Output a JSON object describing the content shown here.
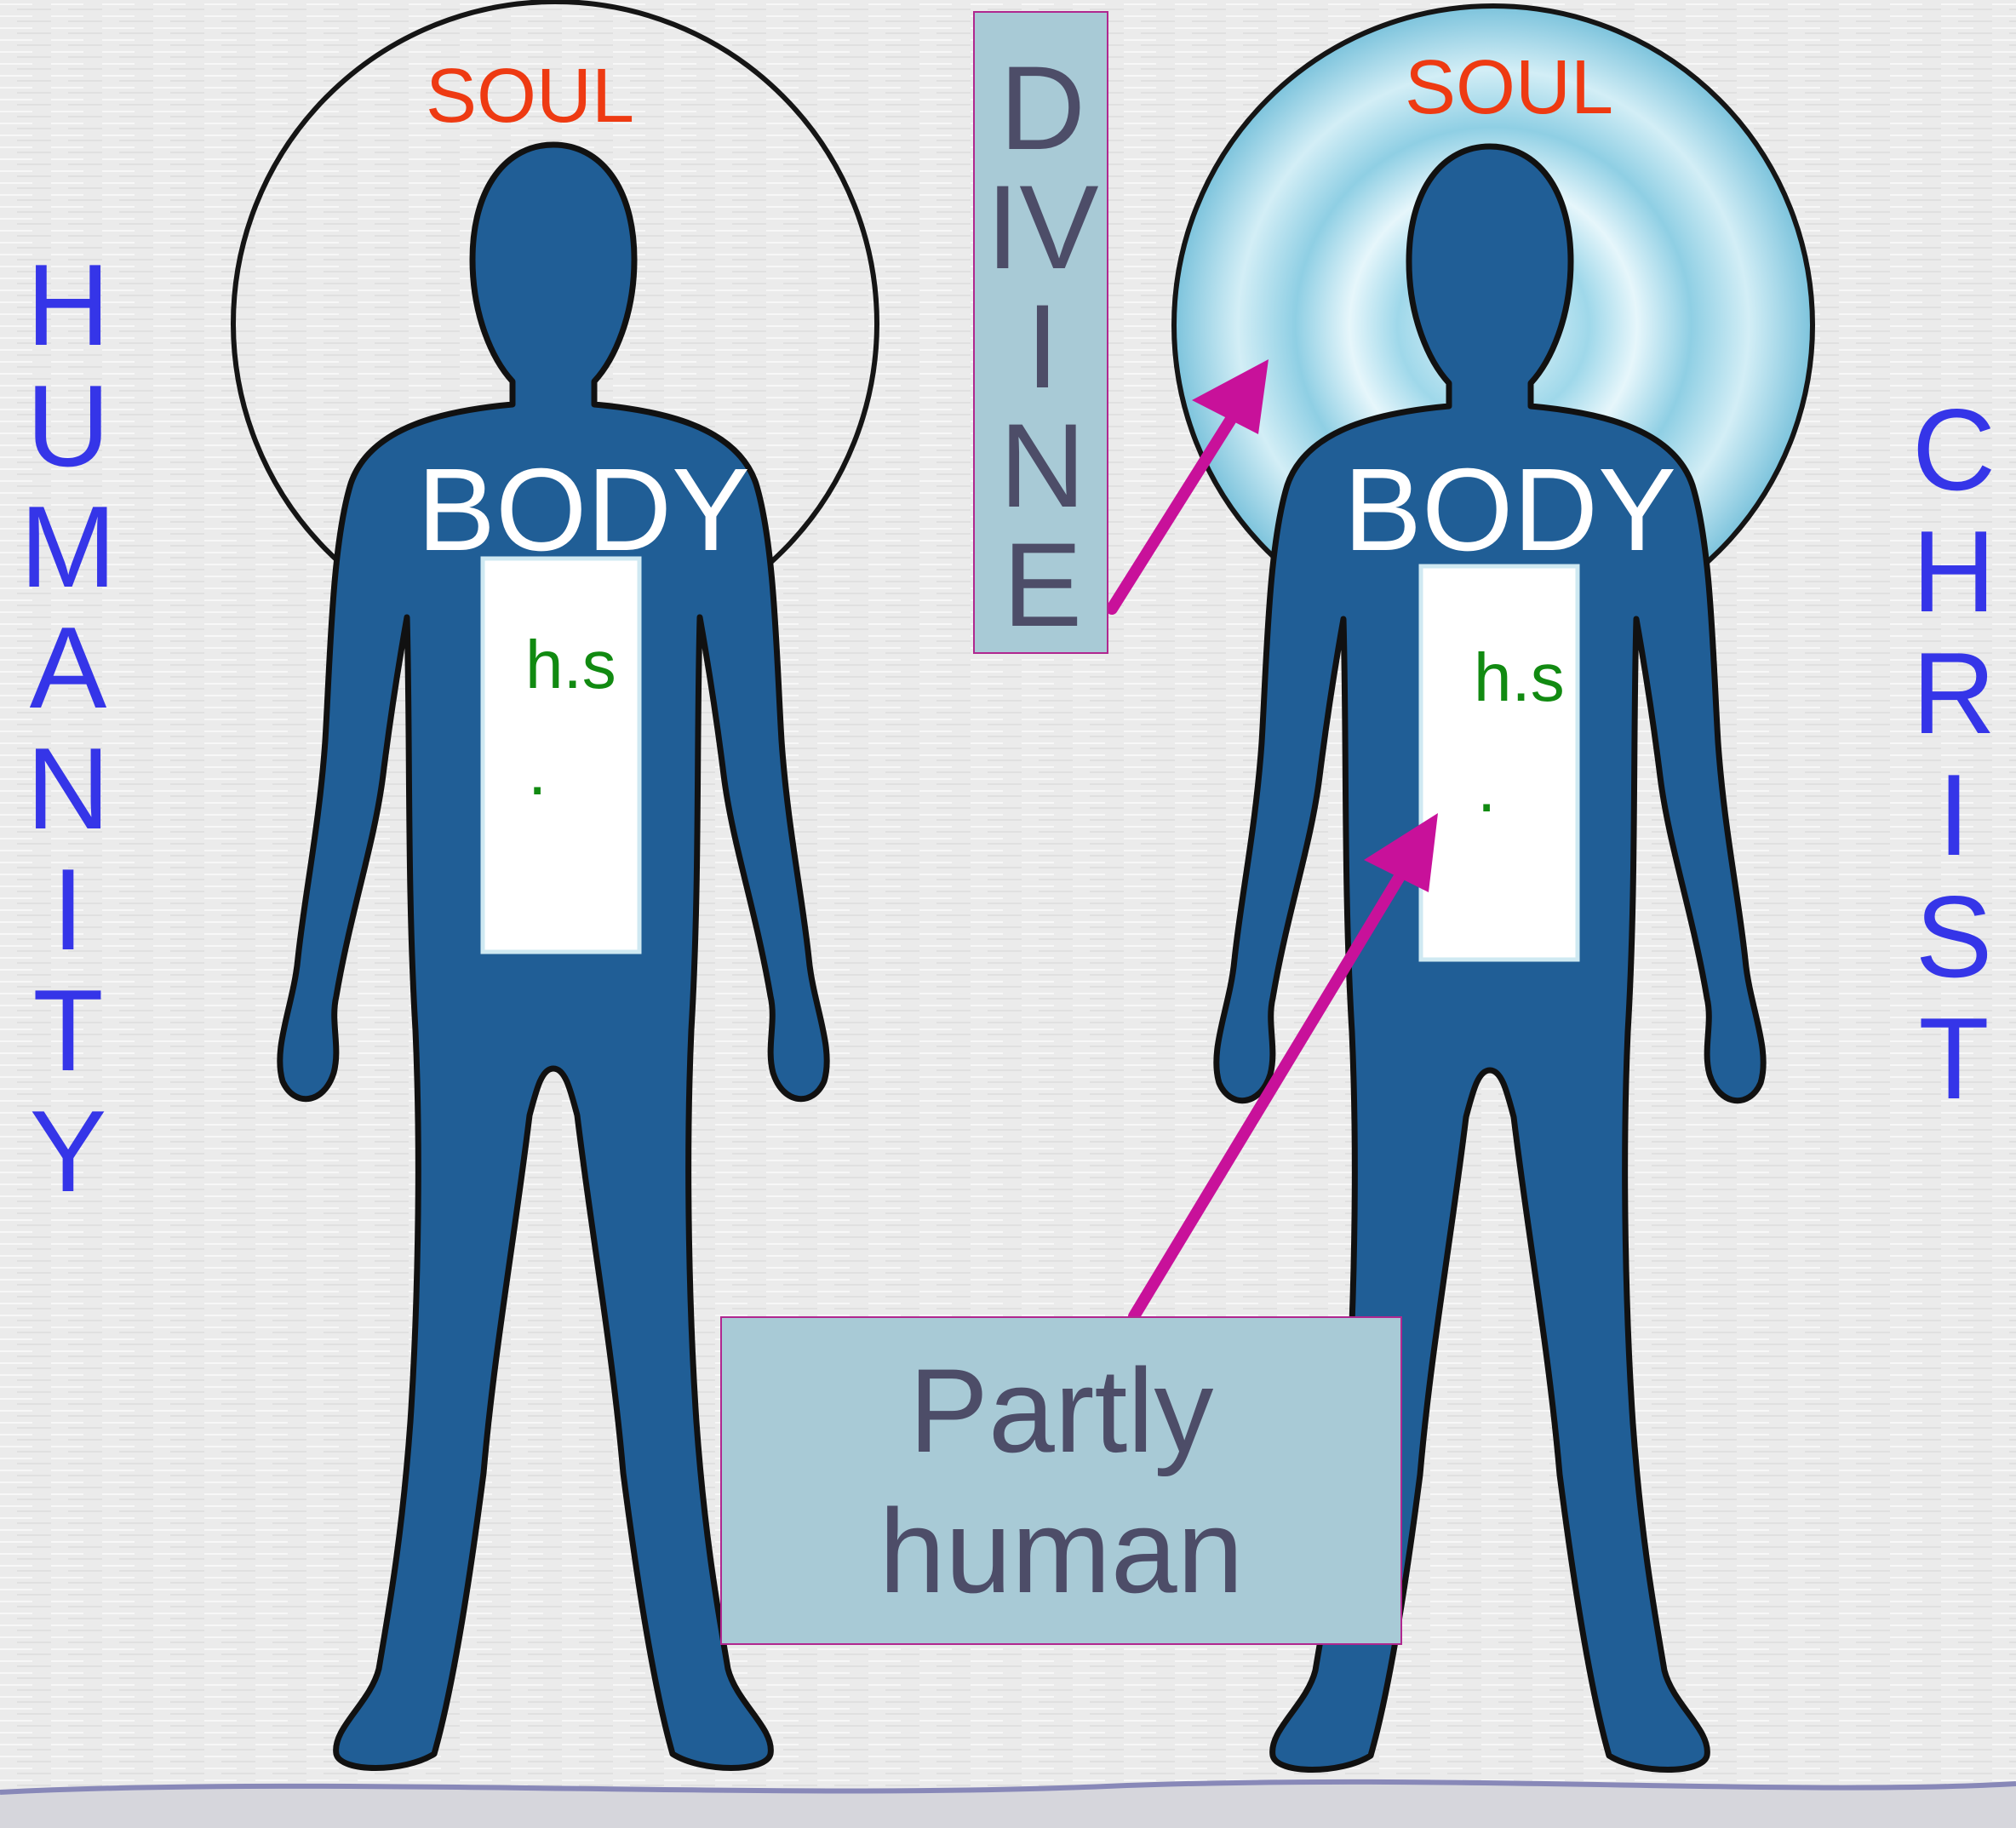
{
  "left_figure": {
    "side_word": [
      "H",
      "U",
      "M",
      "A",
      "N",
      "I",
      "T",
      "Y"
    ],
    "halo_label": "SOUL",
    "body_label": "BODY",
    "box_label": "h.s",
    "box_mark": "."
  },
  "right_figure": {
    "side_word": [
      "C",
      "H",
      "R",
      "I",
      "S",
      "T"
    ],
    "halo_label": "SOUL",
    "body_label": "BODY",
    "box_label": "h.s",
    "box_mark": "."
  },
  "divine_label": [
    "D",
    "IV",
    "I",
    "N",
    "E"
  ],
  "partly_human_label": [
    "Partly",
    "human"
  ],
  "colors": {
    "figure": "#205e96",
    "figure_outline": "#111111",
    "side_text": "#3535e8",
    "soul_text": "#ee3a12",
    "hs_text": "#118a11",
    "callout_fill": "#a8cad6",
    "callout_border": "#b0278f",
    "callout_text": "#4d4d68",
    "arrow": "#c8119a",
    "halo_glow": "#9fd8ea"
  }
}
